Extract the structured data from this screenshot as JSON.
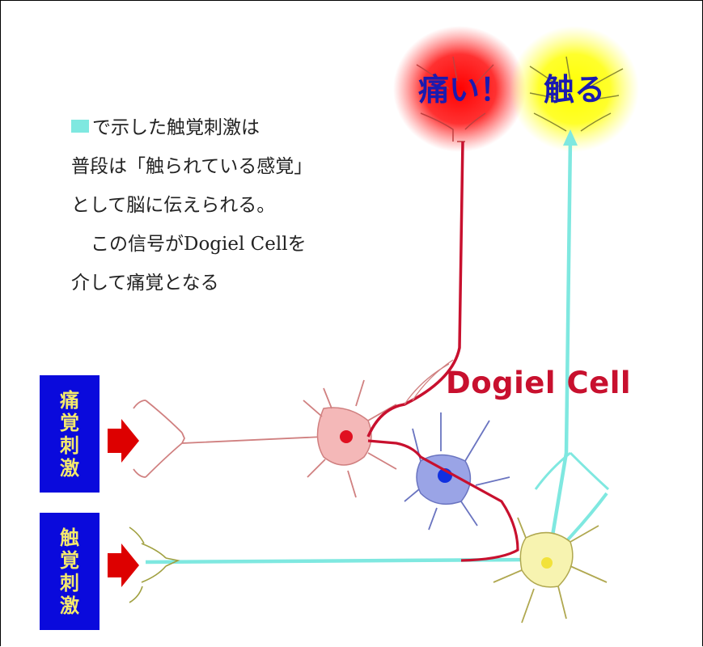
{
  "description": {
    "lines": [
      "で示した触覚刺激は",
      "普段は「触られている感覚」",
      "として脳に伝えられる。",
      "この信号がDogiel Cellを",
      "介して痛覚となる"
    ]
  },
  "stimulus_boxes": [
    {
      "chars": [
        "痛",
        "覚",
        "刺",
        "激"
      ]
    },
    {
      "chars": [
        "触",
        "覚",
        "刺",
        "激"
      ]
    }
  ],
  "labels": {
    "dogiel": "Dogiel Cell",
    "pain_output": "痛い！",
    "touch_output": "触る"
  },
  "colors": {
    "box_bg": "#0a0adc",
    "box_text": "#f4ea6c",
    "arrow": "#dd0000",
    "pain_path": "#c8102e",
    "touch_path": "#7fe8e0",
    "pain_glow": "#ff0000",
    "touch_glow": "#ffff00",
    "output_text": "#1a1ab0",
    "dogiel_text": "#c8102e",
    "pain_neuron": "#f4b8b8",
    "dogiel_neuron": "#9aa4e6",
    "touch_neuron": "#f7f3b0"
  }
}
